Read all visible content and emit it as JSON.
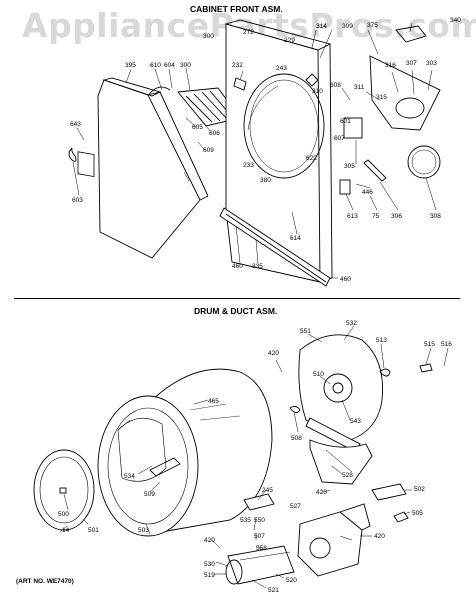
{
  "watermark": "AppliancePartsPros.com",
  "sections": {
    "cabinet_title": "CABINET FRONT ASM.",
    "drum_title": "DRUM & DUCT ASM."
  },
  "art_number": "(ART NO. WE7470)",
  "callouts": {
    "cabinet": [
      "300",
      "314",
      "309",
      "375",
      "340",
      "229",
      "272",
      "395",
      "610",
      "604",
      "300",
      "232",
      "243",
      "316",
      "307",
      "303",
      "310",
      "608",
      "311",
      "315",
      "643",
      "605",
      "606",
      "607",
      "601",
      "233",
      "380",
      "622",
      "305",
      "609",
      "446",
      "603",
      "613",
      "75",
      "306",
      "308",
      "614",
      "460",
      "335",
      "460"
    ],
    "drum": [
      "551",
      "532",
      "513",
      "515",
      "516",
      "420",
      "510",
      "465",
      "543",
      "508",
      "528",
      "534",
      "509",
      "245",
      "420",
      "502",
      "500",
      "535",
      "550",
      "527",
      "505",
      "507",
      "558",
      "420",
      "14",
      "501",
      "503",
      "530",
      "519",
      "520",
      "521",
      "420"
    ]
  }
}
